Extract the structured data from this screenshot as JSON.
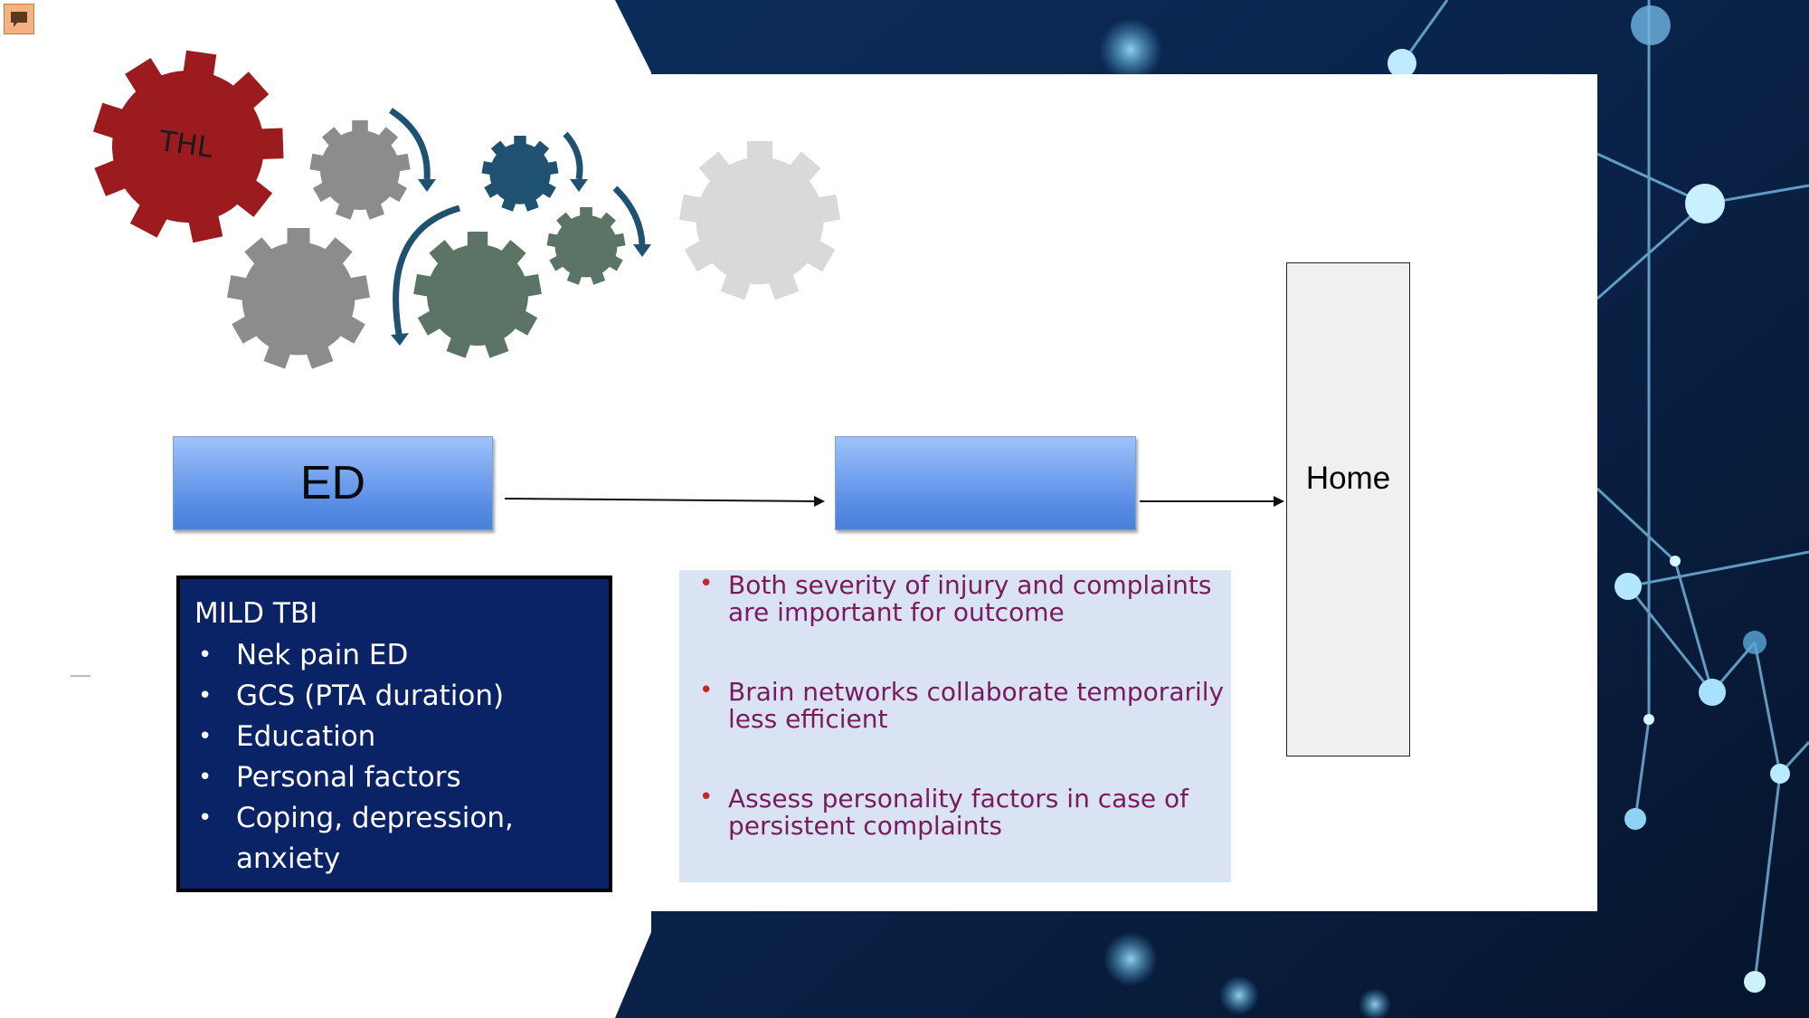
{
  "gears": {
    "main_label": "THL"
  },
  "flow": {
    "box1_label": "ED",
    "box2_label": "",
    "home_label": "Home"
  },
  "mild_tbi": {
    "title": "MILD TBI",
    "items": [
      "Nek pain ED",
      "GCS (PTA duration)",
      "Education",
      "Personal factors",
      "Coping, depression, anxiety"
    ]
  },
  "findings": {
    "items": [
      "Both severity of injury and complaints are important for outcome",
      "Brain networks collaborate temporarily less efficient",
      "Assess personality factors in case of persistent complaints"
    ]
  },
  "colors": {
    "gear_red": "#9b1b1f",
    "gear_gray": "#8c8c8c",
    "gear_green": "#5b7466",
    "gear_blue": "#1f5270",
    "gear_light": "#d9d9d9",
    "tbi_box_bg": "#0a2266",
    "findings_bg": "#dae3f3",
    "findings_text": "#7a1a5e"
  }
}
